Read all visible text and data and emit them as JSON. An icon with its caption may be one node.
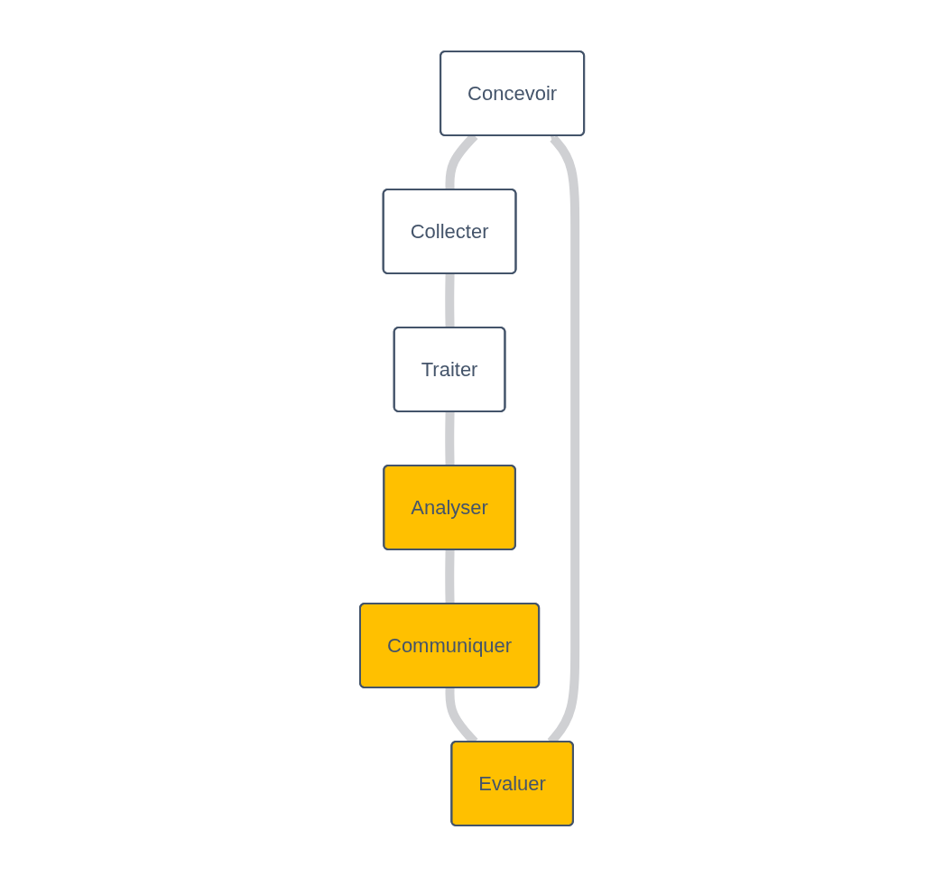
{
  "diagram": {
    "nodes": [
      {
        "text": [
          "Concevoir"
        ]
      },
      {
        "text": [
          "Collecter"
        ]
      },
      {
        "text": [
          "Traiter"
        ]
      },
      {
        "text": [
          "Analyser"
        ]
      },
      {
        "text": [
          "Communiquer"
        ]
      },
      {
        "text": [
          "Evaluer"
        ]
      }
    ],
    "edges": [
      {
        "from": 0,
        "to": 1,
        "arrow": "none"
      },
      {
        "from": 1,
        "to": 2,
        "arrow": "none"
      },
      {
        "from": 2,
        "to": 3,
        "arrow": "none"
      },
      {
        "from": 3,
        "to": 4,
        "arrow": "none"
      },
      {
        "from": 4,
        "to": 5,
        "arrow": "none"
      },
      {
        "from": 5,
        "to": 0,
        "arrow": "to"
      }
    ]
  }
}
